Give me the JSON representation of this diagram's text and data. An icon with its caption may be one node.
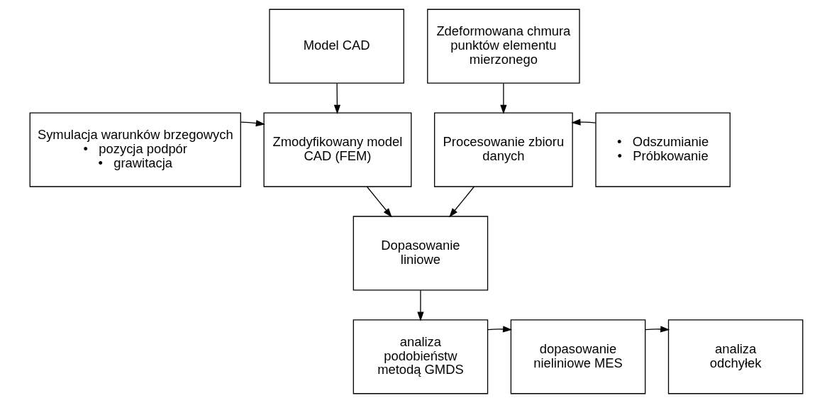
{
  "diagram": {
    "nodes": [
      {
        "text": [
          "Model CAD"
        ]
      },
      {
        "text": [
          "Zdeformowana chmura punktów elementu mierzonego"
        ]
      },
      {
        "text": [
          "Symulacja warunków brzegowych",
          "•   pozycja podpór",
          "•   grawitacja"
        ]
      },
      {
        "text": [
          "Zmodyfikowany model CAD (FEM)"
        ]
      },
      {
        "text": [
          "Procesowanie zbioru danych"
        ]
      },
      {
        "text": [
          "•   Odszumianie",
          "•   Próbkowanie"
        ]
      },
      {
        "text": [
          "Dopasowanie liniowe"
        ]
      },
      {
        "text": [
          "analiza podobieństw metodą GMDS"
        ]
      },
      {
        "text": [
          "dopasowanie nieliniowe MES"
        ]
      },
      {
        "text": [
          "analiza odchyłek"
        ]
      }
    ],
    "edges": [
      {
        "from": 0,
        "to": 3,
        "arrow": "to"
      },
      {
        "from": 1,
        "to": 4,
        "arrow": "to"
      },
      {
        "from": 2,
        "to": 3,
        "arrow": "to"
      },
      {
        "from": 5,
        "to": 4,
        "arrow": "to"
      },
      {
        "from": 3,
        "to": 6,
        "arrow": "to"
      },
      {
        "from": 4,
        "to": 6,
        "arrow": "to"
      },
      {
        "from": 6,
        "to": 7,
        "arrow": "to"
      },
      {
        "from": 7,
        "to": 8,
        "arrow": "to"
      },
      {
        "from": 8,
        "to": 9,
        "arrow": "to"
      }
    ]
  }
}
